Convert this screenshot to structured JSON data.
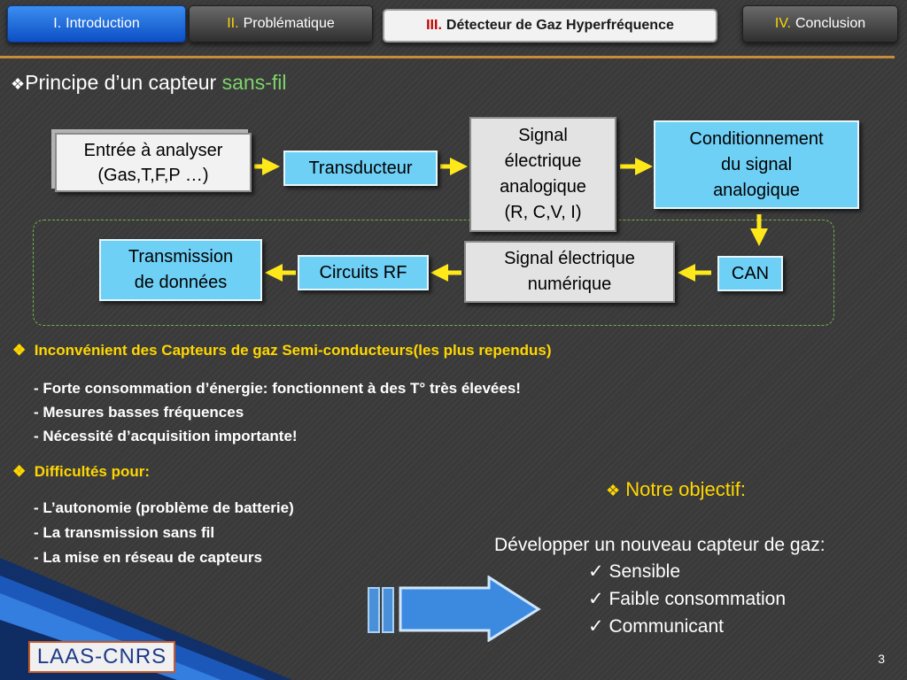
{
  "nav": {
    "tabs": [
      {
        "num": "I.",
        "label": "Introduction"
      },
      {
        "num": "II.",
        "label": "Problématique"
      },
      {
        "num": "III.",
        "label": "Détecteur de Gaz Hyperfréquence"
      },
      {
        "num": "IV.",
        "label": "Conclusion"
      }
    ]
  },
  "title": {
    "prefix": "Principe d’un capteur ",
    "highlight": "sans-fil"
  },
  "diagram": {
    "entree": [
      "Entrée à analyser",
      "(Gas,T,F,P …)"
    ],
    "transducteur": "Transducteur",
    "signal_analog": [
      "Signal",
      "électrique",
      "analogique",
      "(R, C,V, I)"
    ],
    "conditionnement": [
      "Conditionnement",
      "du signal",
      "analogique"
    ],
    "can": "CAN",
    "signal_num": [
      "Signal électrique",
      "numérique"
    ],
    "circuits_rf": "Circuits RF",
    "transmission": [
      "Transmission",
      "de données"
    ]
  },
  "inconvenient": {
    "heading": "Inconvénient des Capteurs de gaz Semi-conducteurs(les plus rependus)",
    "lines": [
      "- Forte consommation d’énergie: fonctionnent à des T° très élevées!",
      "- Mesures basses fréquences",
      "- Nécessité d’acquisition importante!"
    ]
  },
  "difficultes": {
    "heading": "Difficultés pour:",
    "lines": [
      "- L’autonomie (problème de batterie)",
      "- La transmission sans fil",
      "- La mise en réseau de capteurs"
    ]
  },
  "objectif": {
    "heading": "Notre objectif:",
    "intro": "Développer un nouveau capteur de gaz:",
    "items": [
      "Sensible",
      "Faible consommation",
      "Communicant"
    ]
  },
  "logo_text": "LAAS-CNRS",
  "page_number": "3",
  "colors": {
    "accent_yellow": "#ffd700",
    "box_blue": "#6fd0f6",
    "nav_line": "#c98b3a",
    "highlight_green": "#7fd36b"
  }
}
